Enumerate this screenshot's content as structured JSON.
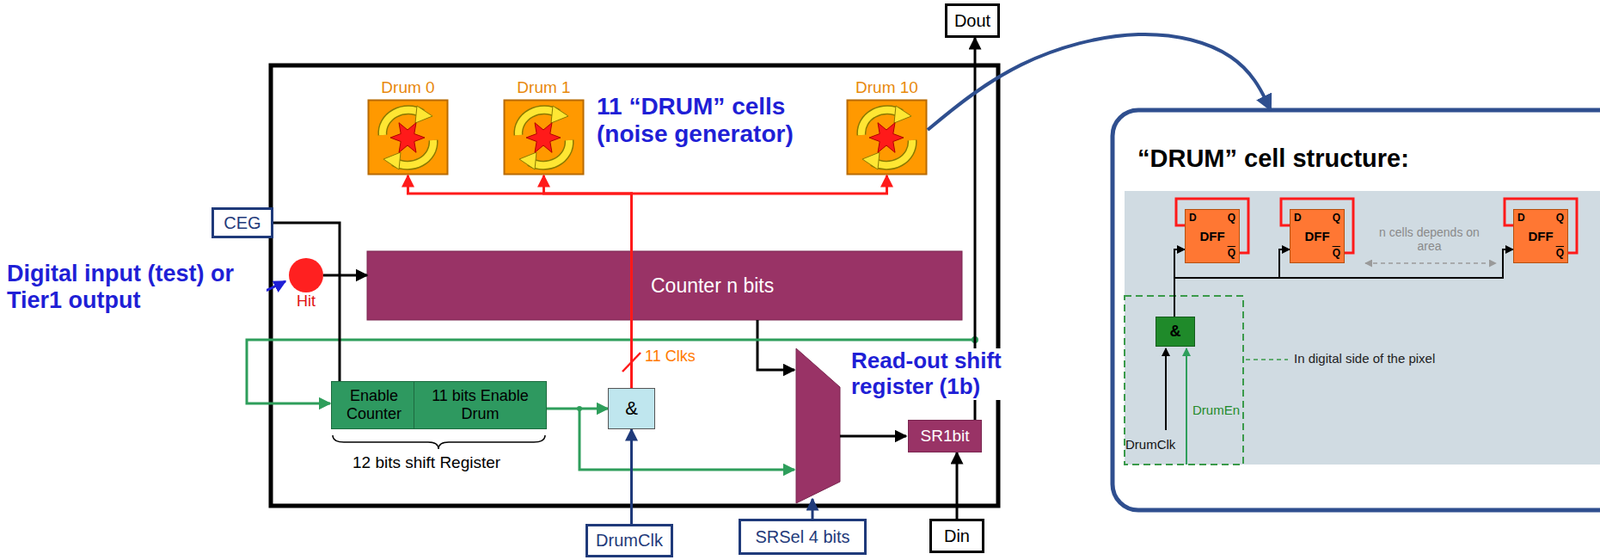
{
  "diagram": {
    "nodes": [
      {
        "text": [
          "Dout"
        ]
      },
      {
        "text": [
          "Drum 0"
        ]
      },
      {
        "text": [
          "Drum 1"
        ]
      },
      {
        "text": [
          "Drum 10"
        ]
      },
      {
        "text": [
          "CEG"
        ]
      },
      {
        "text": [
          "Hit"
        ]
      },
      {
        "text": [
          "Counter n bits"
        ]
      },
      {
        "text": [
          "Enable Counter"
        ]
      },
      {
        "text": [
          "11 bits Enable Drum"
        ]
      },
      {
        "text": [
          "&"
        ]
      },
      {
        "text": [
          "SR1bit"
        ]
      },
      {
        "text": [
          "DrumClk"
        ]
      },
      {
        "text": [
          "SRSel 4 bits"
        ]
      },
      {
        "text": [
          "Din"
        ]
      },
      {
        "text": [
          "“DRUM” cell structure:"
        ]
      },
      {
        "text": [
          "D",
          "Q",
          "DFF",
          "Q"
        ],
        "in": 14
      },
      {
        "text": [
          "D",
          "Q",
          "DFF",
          "Q"
        ],
        "in": 14
      },
      {
        "text": [
          "D",
          "Q",
          "DFF",
          "Q"
        ],
        "in": 14
      },
      {
        "text": [
          "&"
        ],
        "in": 14
      }
    ],
    "edges": [
      {
        "from": 5,
        "to": 6,
        "arrow": "to"
      },
      {
        "from": 4,
        "to": 7,
        "arrow": "none"
      },
      {
        "from": 8,
        "to": 9,
        "arrow": "to"
      },
      {
        "from": 11,
        "to": 9,
        "arrow": "to"
      },
      {
        "from": 9,
        "to": 1,
        "arrow": "to"
      },
      {
        "from": 9,
        "to": 2,
        "arrow": "to"
      },
      {
        "from": 9,
        "to": 3,
        "arrow": "to"
      },
      {
        "from": 10,
        "to": 0,
        "arrow": "to"
      },
      {
        "from": 13,
        "to": 10,
        "arrow": "to"
      },
      {
        "from": 3,
        "to": 14,
        "arrow": "to"
      },
      {
        "from": 18,
        "to": 15,
        "arrow": "to"
      },
      {
        "from": 18,
        "to": 16,
        "arrow": "to"
      },
      {
        "from": 18,
        "to": 17,
        "arrow": "to"
      }
    ],
    "labels": [
      "11 “DRUM” cells (noise generator)",
      "Digital input (test) or Tier1 output",
      "Read-out shift register (1b)",
      "11 Clks",
      "12 bits shift Register",
      "n cells depends on area",
      "In digital side of the pixel",
      "DrumEn",
      "DrumClk"
    ]
  }
}
